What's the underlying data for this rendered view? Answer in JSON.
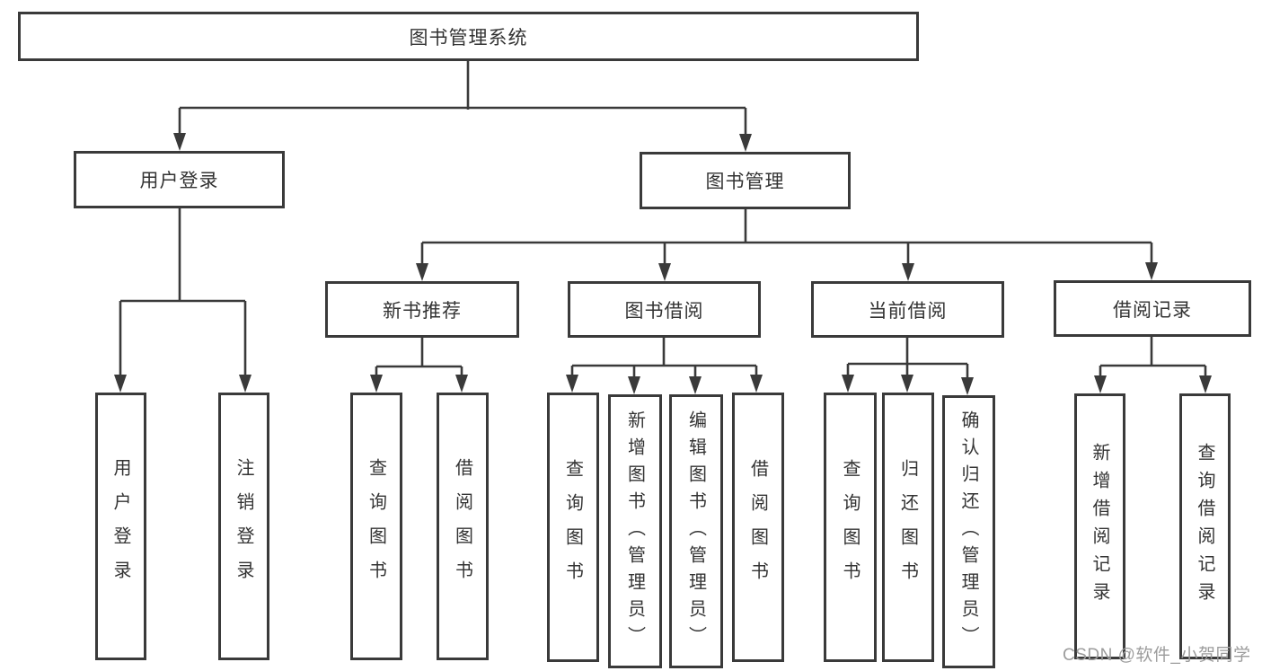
{
  "tree": {
    "title": "图书管理系统",
    "level2": {
      "user_login": "用户登录",
      "book_management": "图书管理"
    },
    "level3": {
      "new_books": "新书推荐",
      "book_borrow": "图书借阅",
      "current_borrow": "当前借阅",
      "borrow_records": "借阅记录"
    },
    "leaves": {
      "user_login": [
        "用户登录",
        "注销登录"
      ],
      "new_books": [
        "查询图书",
        "借阅图书"
      ],
      "book_borrow": [
        "查询图书",
        "新增图书（管理员）",
        "编辑图书（管理员）",
        "借阅图书"
      ],
      "current_borrow": [
        "查询图书",
        "归还图书",
        "确认归还（管理员）"
      ],
      "borrow_records": [
        "新增借阅记录",
        "查询借阅记录"
      ]
    }
  },
  "watermark": "CSDN @软件_小贺同学",
  "colors": {
    "line": "#3a3a3a",
    "text": "#333333",
    "box_background": "#ffffff",
    "watermark": "#9c9c9c",
    "background": "#ffffff"
  }
}
